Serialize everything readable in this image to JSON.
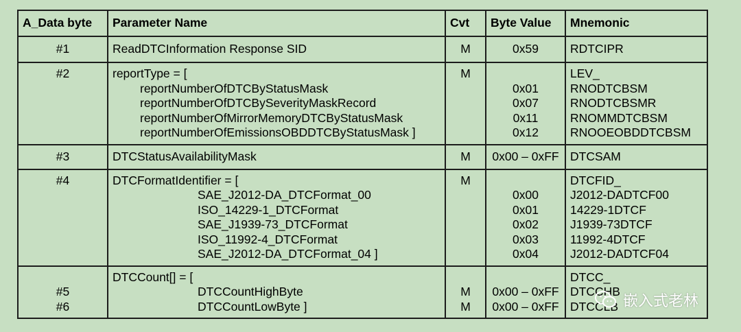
{
  "table": {
    "headers": {
      "byte": "A_Data byte",
      "name": "Parameter Name",
      "cvt": "Cvt",
      "value": "Byte Value",
      "mnemonic": "Mnemonic"
    },
    "rows": [
      {
        "byte": [
          "#1"
        ],
        "name": [
          "ReadDTCInformation Response SID"
        ],
        "cvt": [
          "M"
        ],
        "value": [
          "0x59"
        ],
        "mnemonic": [
          "RDTCIPR"
        ]
      },
      {
        "byte": [
          "#2"
        ],
        "name": [
          "reportType = [",
          "reportNumberOfDTCByStatusMask",
          "reportNumberOfDTCBySeverityMaskRecord",
          "reportNumberOfMirrorMemoryDTCByStatusMask",
          "reportNumberOfEmissionsOBDDTCByStatusMask ]"
        ],
        "cvt": [
          "M"
        ],
        "value": [
          "",
          "0x01",
          "0x07",
          "0x11",
          "0x12"
        ],
        "mnemonic": [
          "LEV_",
          "RNODTCBSM",
          "RNODTCBSMR",
          "RNOMMDTCBSM",
          "RNOOEOBDDTCBSM"
        ]
      },
      {
        "byte": [
          "#3"
        ],
        "name": [
          "DTCStatusAvailabilityMask"
        ],
        "cvt": [
          "M"
        ],
        "value": [
          "0x00 – 0xFF"
        ],
        "mnemonic": [
          "DTCSAM"
        ]
      },
      {
        "byte": [
          "#4"
        ],
        "name": [
          "DTCFormatIdentifier = [",
          "SAE_J2012-DA_DTCFormat_00",
          "ISO_14229-1_DTCFormat",
          "SAE_J1939-73_DTCFormat",
          "ISO_11992-4_DTCFormat",
          "SAE_J2012-DA_DTCFormat_04 ]"
        ],
        "cvt": [
          "M"
        ],
        "value": [
          "",
          "0x00",
          "0x01",
          "0x02",
          "0x03",
          "0x04"
        ],
        "mnemonic": [
          "DTCFID_",
          "J2012-DADTCF00",
          "14229-1DTCF",
          "J1939-73DTCF",
          "11992-4DTCF",
          "J2012-DADTCF04"
        ]
      },
      {
        "byte": [
          "",
          "#5",
          "#6"
        ],
        "name": [
          "DTCCount[] = [",
          "DTCCountHighByte",
          "DTCCountLowByte ]"
        ],
        "cvt": [
          "",
          "M",
          "M"
        ],
        "value": [
          "",
          "0x00 – 0xFF",
          "0x00 – 0xFF"
        ],
        "mnemonic": [
          "DTCC_",
          "DTCCHB",
          "DTCCLB"
        ]
      }
    ]
  },
  "watermark": {
    "text": "嵌入式老林",
    "icon": "wechat-icon"
  }
}
